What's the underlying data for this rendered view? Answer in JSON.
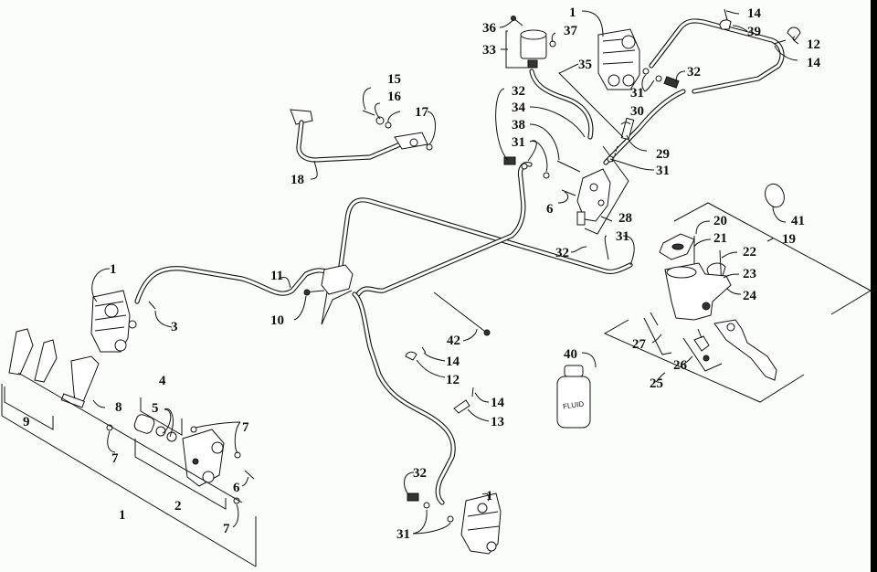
{
  "title": "Brake system exploded parts diagram",
  "callouts": [
    {
      "id": "c-1-top",
      "text": "1"
    },
    {
      "id": "c-36",
      "text": "36"
    },
    {
      "id": "c-37",
      "text": "37"
    },
    {
      "id": "c-33",
      "text": "33"
    },
    {
      "id": "c-35",
      "text": "35"
    },
    {
      "id": "c-14-top",
      "text": "14"
    },
    {
      "id": "c-39",
      "text": "39"
    },
    {
      "id": "c-12-top",
      "text": "12"
    },
    {
      "id": "c-14-topright",
      "text": "14"
    },
    {
      "id": "c-32-top",
      "text": "32"
    },
    {
      "id": "c-31-top",
      "text": "31"
    },
    {
      "id": "c-32-mid",
      "text": "32"
    },
    {
      "id": "c-34",
      "text": "34"
    },
    {
      "id": "c-38",
      "text": "38"
    },
    {
      "id": "c-30",
      "text": "30"
    },
    {
      "id": "c-31-mid",
      "text": "31"
    },
    {
      "id": "c-29",
      "text": "29"
    },
    {
      "id": "c-31-right",
      "text": "31"
    },
    {
      "id": "c-6-mid",
      "text": "6"
    },
    {
      "id": "c-28",
      "text": "28"
    },
    {
      "id": "c-15",
      "text": "15"
    },
    {
      "id": "c-16",
      "text": "16"
    },
    {
      "id": "c-17",
      "text": "17"
    },
    {
      "id": "c-18",
      "text": "18"
    },
    {
      "id": "c-41",
      "text": "41"
    },
    {
      "id": "c-19",
      "text": "19"
    },
    {
      "id": "c-20",
      "text": "20"
    },
    {
      "id": "c-21",
      "text": "21"
    },
    {
      "id": "c-22",
      "text": "22"
    },
    {
      "id": "c-23",
      "text": "23"
    },
    {
      "id": "c-24",
      "text": "24"
    },
    {
      "id": "c-31-lower",
      "text": "31"
    },
    {
      "id": "c-32-lower",
      "text": "32"
    },
    {
      "id": "c-27",
      "text": "27"
    },
    {
      "id": "c-26",
      "text": "26"
    },
    {
      "id": "c-25",
      "text": "25"
    },
    {
      "id": "c-40",
      "text": "40"
    },
    {
      "id": "c-1-left",
      "text": "1"
    },
    {
      "id": "c-3",
      "text": "3"
    },
    {
      "id": "c-11",
      "text": "11"
    },
    {
      "id": "c-10",
      "text": "10"
    },
    {
      "id": "c-42",
      "text": "42"
    },
    {
      "id": "c-14-mid",
      "text": "14"
    },
    {
      "id": "c-12-mid",
      "text": "12"
    },
    {
      "id": "c-14-low",
      "text": "14"
    },
    {
      "id": "c-13",
      "text": "13"
    },
    {
      "id": "c-4",
      "text": "4"
    },
    {
      "id": "c-5",
      "text": "5"
    },
    {
      "id": "c-7-right",
      "text": "7"
    },
    {
      "id": "c-8",
      "text": "8"
    },
    {
      "id": "c-9",
      "text": "9"
    },
    {
      "id": "c-7-left",
      "text": "7"
    },
    {
      "id": "c-6-low",
      "text": "6"
    },
    {
      "id": "c-2",
      "text": "2"
    },
    {
      "id": "c-1-bottomleft",
      "text": "1"
    },
    {
      "id": "c-7-bottom",
      "text": "7"
    },
    {
      "id": "c-32-bottom",
      "text": "32"
    },
    {
      "id": "c-1-bottom",
      "text": "1"
    },
    {
      "id": "c-31-bottom",
      "text": "31"
    }
  ],
  "fluid_bottle_label": "FLUID"
}
